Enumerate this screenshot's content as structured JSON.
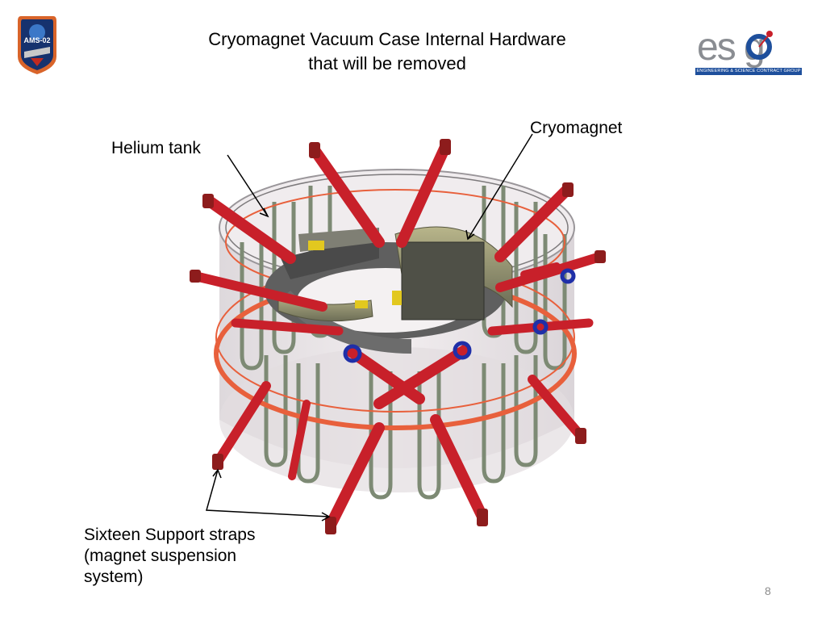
{
  "slide": {
    "title_line1": "Cryomagnet Vacuum Case Internal Hardware",
    "title_line2": "that will be removed",
    "page_number": "8"
  },
  "labels": {
    "helium_tank": "Helium tank",
    "cryomagnet": "Cryomagnet",
    "straps_line1": "Sixteen Support straps",
    "straps_line2": "(magnet suspension",
    "straps_line3": "system)"
  },
  "logos": {
    "ams_patch_text": "AMS-02",
    "esg_wordmark": "es g",
    "esg_tagline": "ENGINEERING & SCIENCE CONTRACT GROUP"
  },
  "colors": {
    "ring_orange": "#e8603c",
    "strap_red": "#c8202a",
    "coil_green": "#7f9276",
    "esg_blue": "#1e4f9c"
  }
}
